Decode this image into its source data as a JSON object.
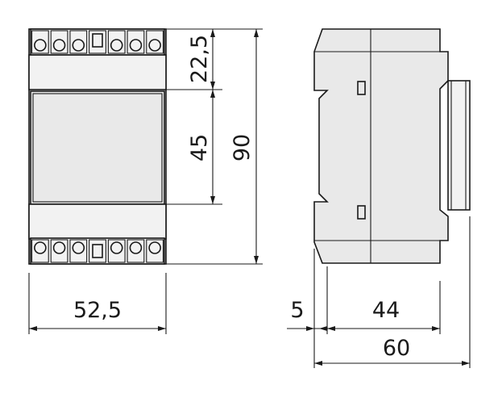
{
  "drawing": {
    "front_view": {
      "terminals_top": 7,
      "terminals_bottom": 7
    },
    "dimensions": {
      "width_front": "52,5",
      "height_top_section": "22,5",
      "height_window": "45",
      "height_total": "90",
      "depth_rail_offset": "5",
      "depth_body": "44",
      "depth_total": "60"
    }
  }
}
